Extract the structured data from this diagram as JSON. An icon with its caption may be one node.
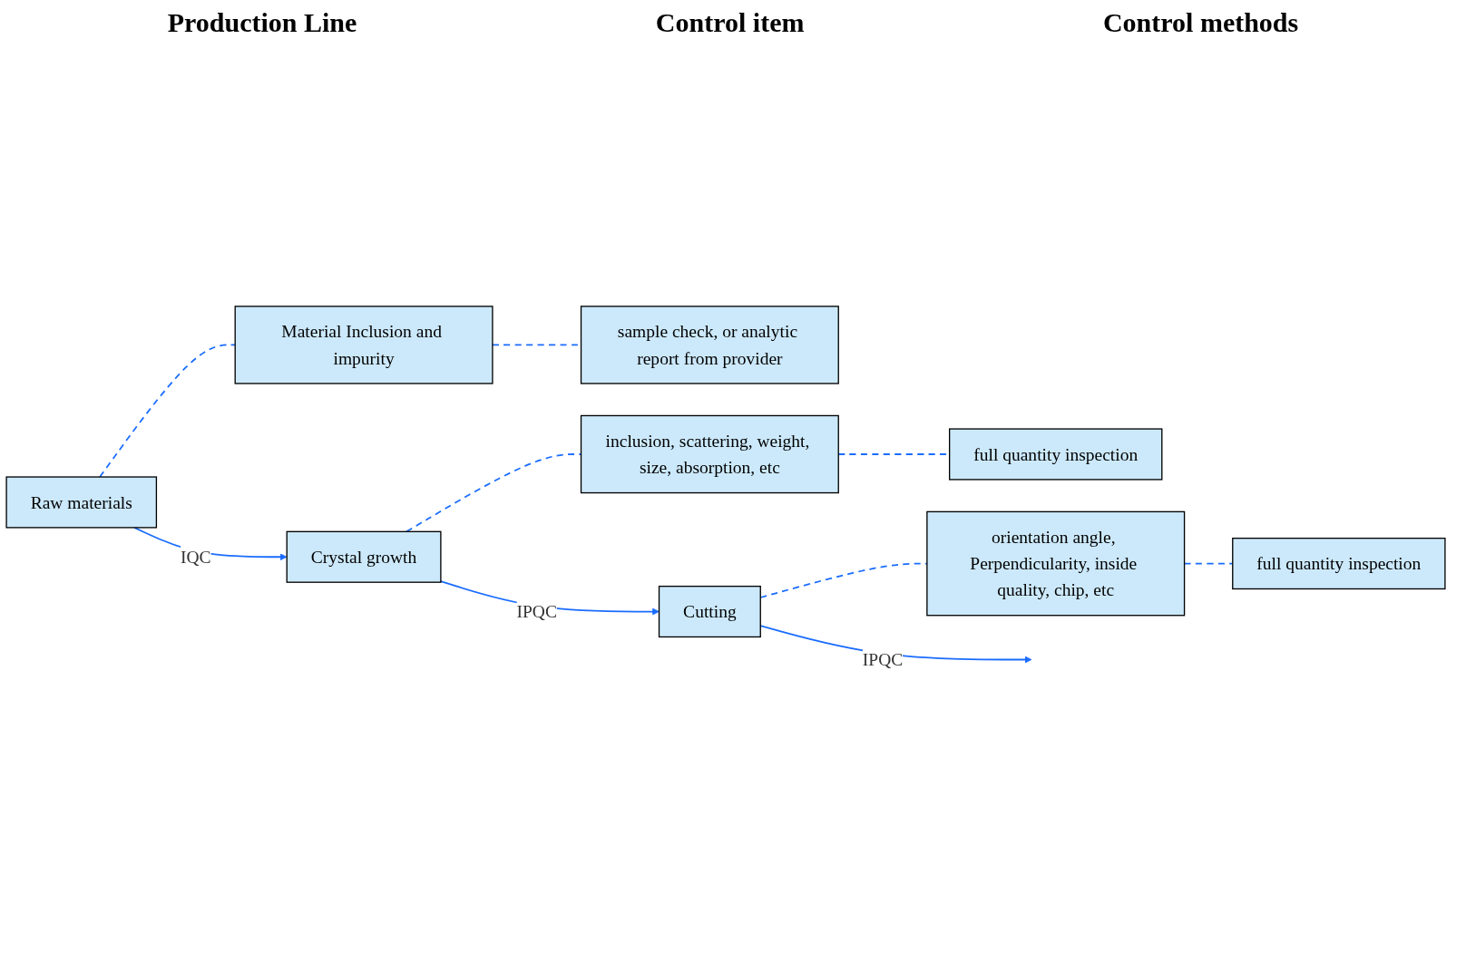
{
  "diagram": {
    "nodes": [
      {
        "text": [
          "Raw materials"
        ]
      },
      {
        "text": [
          "Material Inclusion and impurity"
        ]
      },
      {
        "text": [
          "sample check, or analytic report from provider"
        ]
      },
      {
        "text": [
          "Crystal growth"
        ]
      },
      {
        "text": [
          "inclusion, scattering, weight, size, absorption, etc"
        ]
      },
      {
        "text": [
          "full quantity inspection"
        ]
      },
      {
        "text": [
          "Cutting"
        ]
      },
      {
        "text": [
          "orientation angle, Perpendicularity, inside quality, chip, etc"
        ]
      },
      {
        "text": [
          "full quantity inspection"
        ]
      }
    ],
    "edges": [
      {
        "from": 0,
        "to": 1,
        "arrow": "none",
        "style": "dashed"
      },
      {
        "from": 1,
        "to": 2,
        "arrow": "none",
        "style": "dashed"
      },
      {
        "from": 0,
        "to": 3,
        "arrow": "to",
        "label": "IQC"
      },
      {
        "from": 3,
        "to": 4,
        "arrow": "none",
        "style": "dashed"
      },
      {
        "from": 4,
        "to": 5,
        "arrow": "none",
        "style": "dashed"
      },
      {
        "from": 3,
        "to": 6,
        "arrow": "to",
        "label": "IPQC"
      },
      {
        "from": 6,
        "to": 7,
        "arrow": "none",
        "style": "dashed"
      },
      {
        "from": 7,
        "to": 8,
        "arrow": "none",
        "style": "dashed"
      },
      {
        "from": 6,
        "to": null,
        "arrow": "to",
        "label": "IPQC"
      }
    ],
    "labels": [
      "Production Line",
      "Control item",
      "Control methods"
    ]
  }
}
